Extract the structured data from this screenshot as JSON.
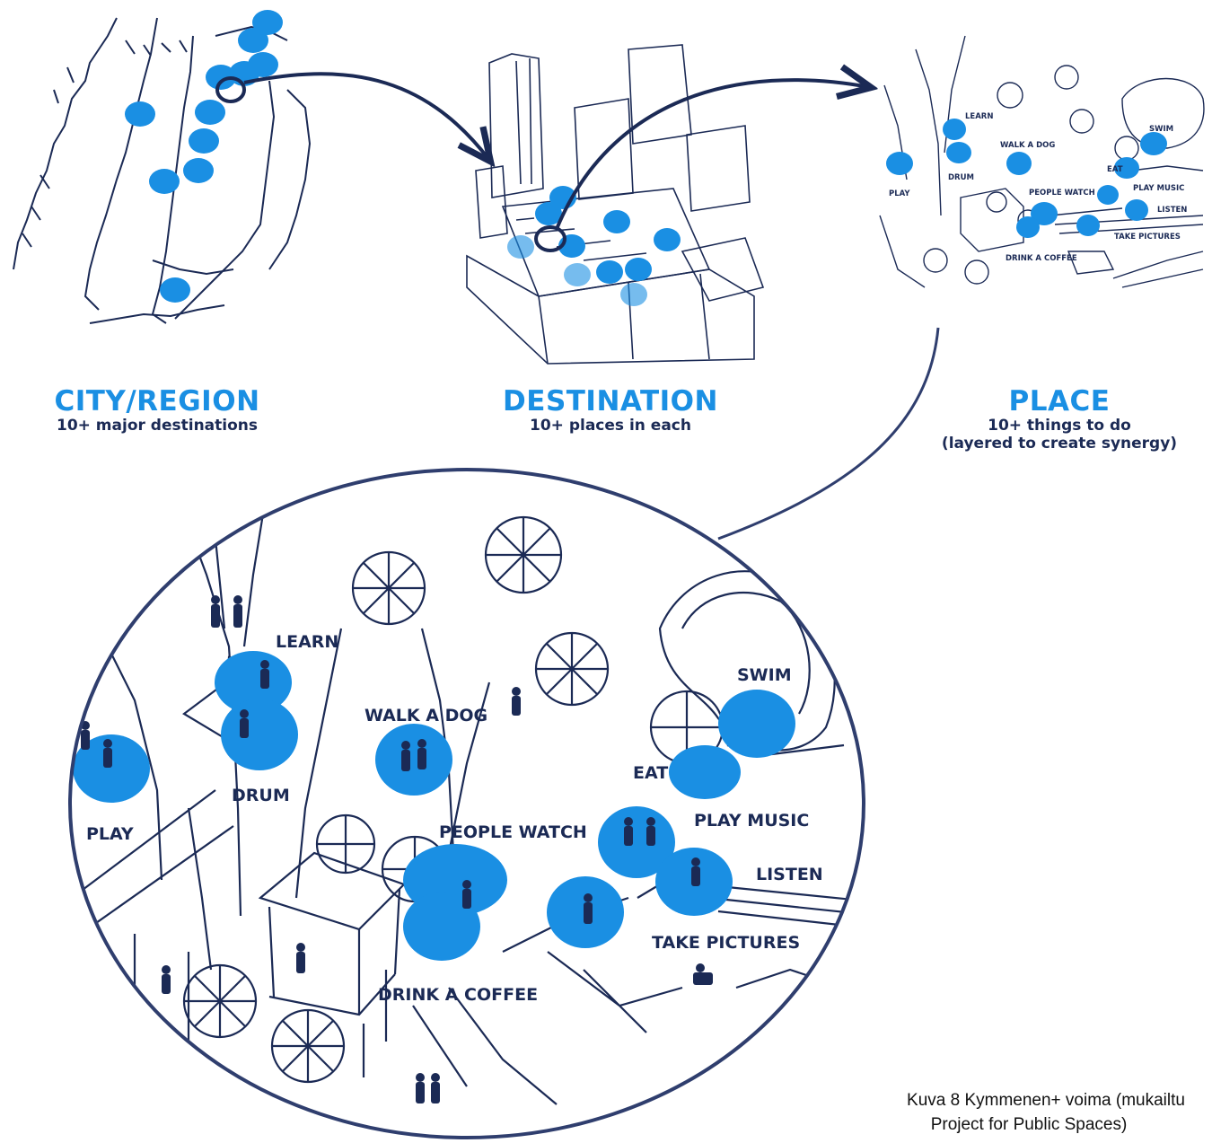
{
  "headings": {
    "city": {
      "title": "CITY/REGION",
      "subtitle": "10+ major destinations"
    },
    "destination": {
      "title": "DESTINATION",
      "subtitle": "10+ places in each"
    },
    "place": {
      "title": "PLACE",
      "subtitle_line1": "10+ things to do",
      "subtitle_line2": "(layered to create synergy)"
    }
  },
  "small_labels": {
    "learn": "LEARN",
    "walk_dog": "WALK A DOG",
    "swim": "SWIM",
    "drum": "DRUM",
    "eat": "EAT",
    "play": "PLAY",
    "people_watch": "PEOPLE WATCH",
    "play_music": "PLAY MUSIC",
    "listen": "LISTEN",
    "take_pictures": "TAKE PICTURES",
    "drink_coffee": "DRINK A COFFEE"
  },
  "zoom_labels": {
    "learn": "LEARN",
    "walk_dog": "WALK A DOG",
    "swim": "SWIM",
    "drum": "DRUM",
    "eat": "EAT",
    "play": "PLAY",
    "people_watch": "PEOPLE WATCH",
    "play_music": "PLAY MUSIC",
    "listen": "LISTEN",
    "take_pictures": "TAKE PICTURES",
    "drink_coffee": "DRINK A COFFEE"
  },
  "caption": {
    "line1": "Kuva 8 Kymmenen+ voima (mukailtu",
    "line2": "Project for Public Spaces)"
  },
  "colors": {
    "accent_blue": "#1a8fe3",
    "navy": "#1b2a55"
  }
}
